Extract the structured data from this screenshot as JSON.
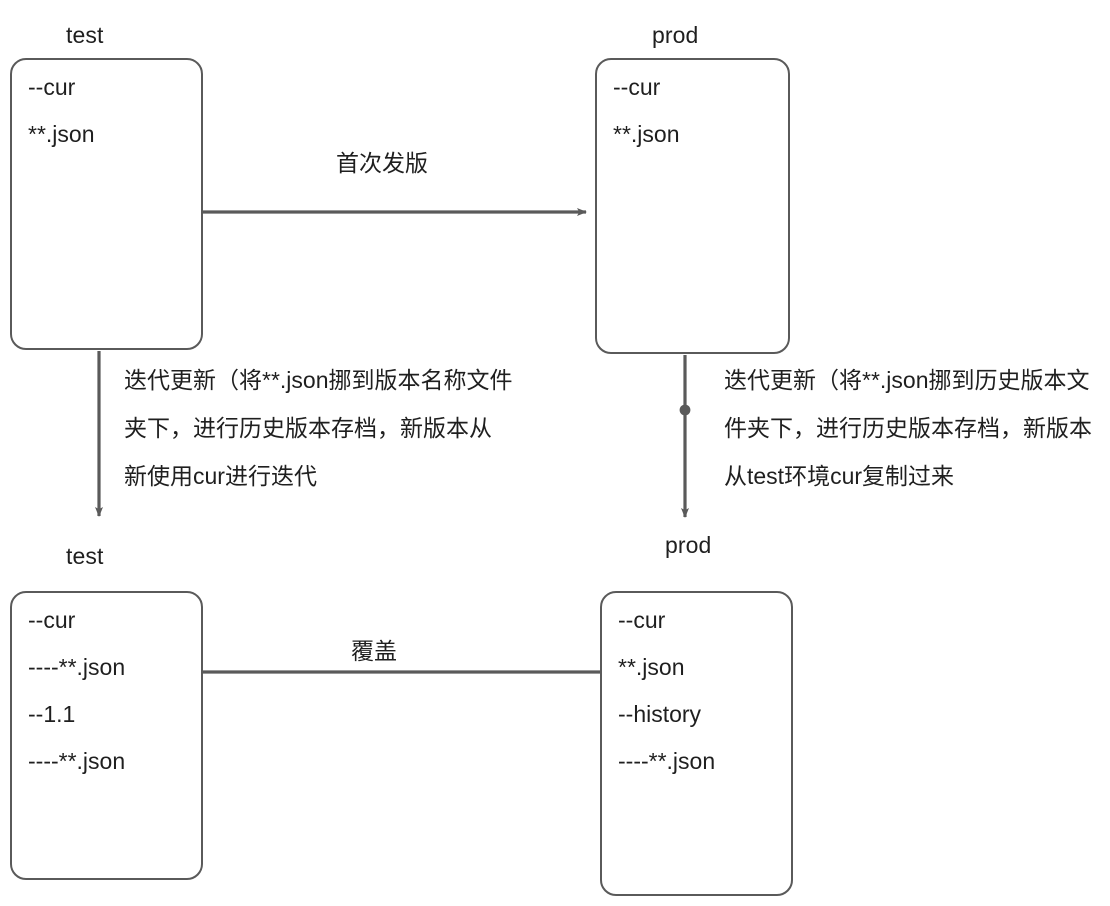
{
  "diagram": {
    "title_hidden": "",
    "colors": {
      "stroke": "#5a5a5a",
      "text": "#1f1f1f",
      "background": "#ffffff"
    },
    "nodes": [
      {
        "id": "test-top",
        "label": "test",
        "lines": [
          "--cur",
          "**.json"
        ]
      },
      {
        "id": "prod-top",
        "label": "prod",
        "lines": [
          "--cur",
          "**.json"
        ]
      },
      {
        "id": "test-bottom",
        "label": "test",
        "lines": [
          "--cur",
          "----**.json",
          "--1.1",
          "----**.json"
        ]
      },
      {
        "id": "prod-bottom",
        "label": "prod",
        "lines": [
          "--cur",
          "**.json",
          "--history",
          "----**.json"
        ]
      }
    ],
    "edge_labels": {
      "first_release": "首次发版",
      "overwrite": "覆盖"
    },
    "annotations": {
      "left": "迭代更新（将**.json挪到版本名称文件夹下，进行历史版本存档，新版本从新使用cur进行迭代",
      "right": "迭代更新（将**.json挪到历史版本文件夹下，进行历史版本存档，新版本从test环境cur复制过来"
    }
  }
}
